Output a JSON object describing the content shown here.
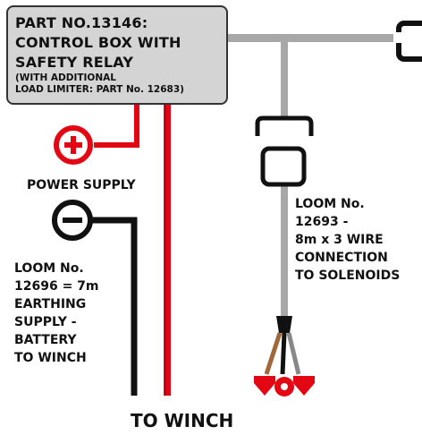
{
  "control_box": {
    "line1": "PART NO.13146:",
    "line2": "CONTROL BOX WITH",
    "line3": "SAFETY RELAY",
    "note1": "(WITH ADDITIONAL",
    "note2": "LOAD LIMITER: PART No. 12683)"
  },
  "power": {
    "positive_symbol": "+",
    "negative_symbol": "−",
    "label": "POWER SUPPLY"
  },
  "loom_earthing": {
    "l1": "LOOM No.",
    "l2": "12696 = 7m",
    "l3": "EARTHING",
    "l4": "SUPPLY -",
    "l5": "BATTERY",
    "l6": "TO WINCH"
  },
  "loom_solenoid": {
    "l1": "LOOM No.",
    "l2": "12693 -",
    "l3": "8m x 3 WIRE",
    "l4": "CONNECTION",
    "l5": "TO SOLENOIDS"
  },
  "to_winch": "TO WINCH",
  "colors": {
    "red": "#e30613",
    "black": "#111111",
    "grey_cable": "#a8a8a8",
    "box_fill": "#d4d4d4",
    "brown": "#a0673a"
  }
}
